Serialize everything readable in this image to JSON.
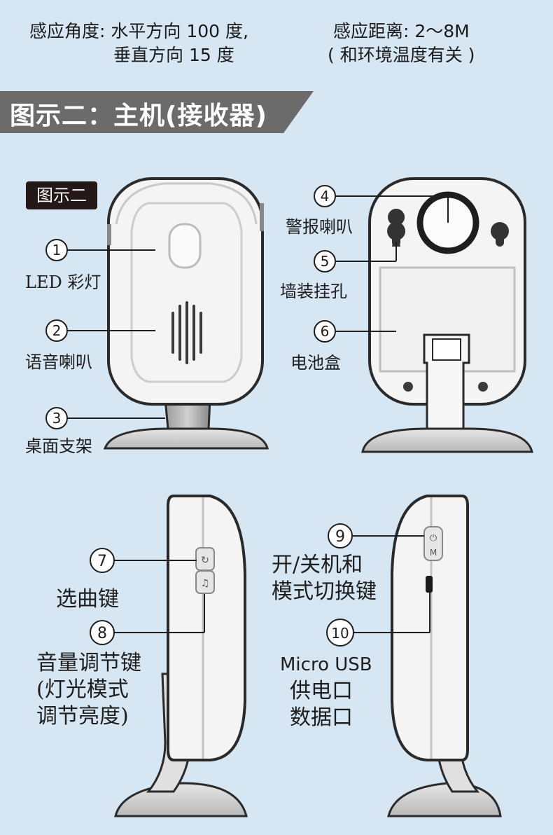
{
  "specs": {
    "angle_line1": "感应角度: 水平方向 100 度,",
    "angle_line2": "垂直方向 15 度",
    "distance_line1": "感应距离: 2～8M",
    "distance_line2": "( 和环境温度有关 )"
  },
  "section_title": "图示二：主机(接收器)",
  "badge": "图示二",
  "callouts": [
    {
      "num": "1",
      "label": "LED 彩灯"
    },
    {
      "num": "2",
      "label": "语音喇叭"
    },
    {
      "num": "3",
      "label": "桌面支架"
    },
    {
      "num": "4",
      "label": "警报喇叭"
    },
    {
      "num": "5",
      "label": "墙装挂孔"
    },
    {
      "num": "6",
      "label": "电池盒"
    },
    {
      "num": "7",
      "label": "选曲键"
    },
    {
      "num": "8",
      "label_lines": [
        "音量调节键",
        "(灯光模式",
        "调节亮度)"
      ]
    },
    {
      "num": "9",
      "label_lines": [
        "开/关机和",
        "模式切换键"
      ]
    },
    {
      "num": "10",
      "label_lines": [
        "Micro USB",
        "供电口",
        "数据口"
      ]
    }
  ],
  "colors": {
    "banner": "#6b6b6b",
    "badge": "#231815",
    "background": "#d7e6f3",
    "device": "#f4f4f4",
    "outline": "#2a2a2a"
  }
}
